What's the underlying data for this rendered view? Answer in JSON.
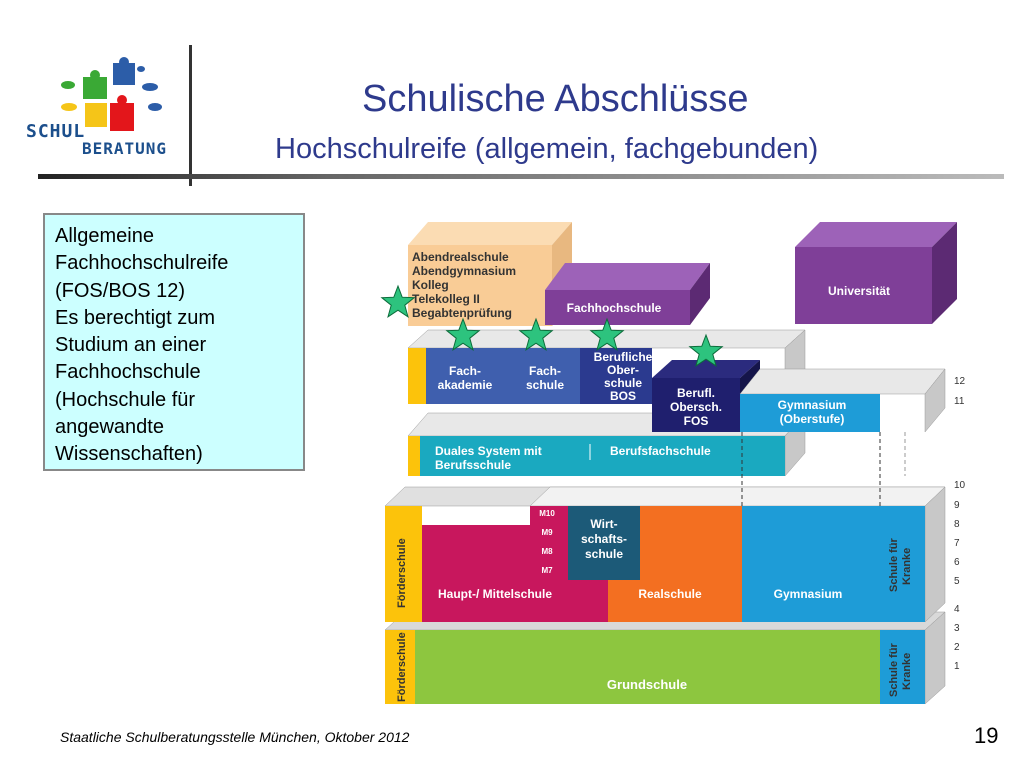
{
  "slide": {
    "title": "Schulische Abschlüsse",
    "subtitle": "Hochschulreife (allgemein, fachgebunden)",
    "footer": "Staatliche Schulberatungsstelle München, Oktober 2012",
    "page_number": "19"
  },
  "logo": {
    "line1": "SCHUL",
    "line2": "BERATUNG"
  },
  "infobox": {
    "lines": [
      "Allgemeine",
      "Fachhochschulreife",
      "(FOS/BOS 12)",
      "Es berechtigt zum",
      "Studium an einer",
      "Fachhochschule",
      "(Hochschule für",
      "angewandte",
      "Wissenschaften)"
    ]
  },
  "diagram": {
    "blocks": {
      "abendrealschule": [
        "Abendrealschule",
        "Abendgymnasium",
        "Kolleg",
        "Telekolleg II",
        "Begabtenprüfung"
      ],
      "fachhochschule": "Fachhochschule",
      "universitaet": "Universität",
      "fachakademie": [
        "Fach-",
        "akademie"
      ],
      "fachschule": [
        "Fach-",
        "schule"
      ],
      "bos": [
        "Berufliche",
        "Ober-",
        "schule",
        "BOS"
      ],
      "fos": [
        "Berufl.",
        "Obersch.",
        "FOS"
      ],
      "gymnasium_oberstufe": [
        "Gymnasium",
        "(Oberstufe)"
      ],
      "duales_system": [
        "Duales System mit",
        "Berufsschule"
      ],
      "berufsfachschule": "Berufsfachschule",
      "foerderschule": "Förderschule",
      "mittelschule": "Haupt-/ Mittelschule",
      "m_grades": [
        "M10",
        "M9",
        "M8",
        "M7"
      ],
      "wirtschaftsschule": [
        "Wirt-",
        "schafts-",
        "schule"
      ],
      "realschule": "Realschule",
      "gymnasium": "Gymnasium",
      "schule_fuer_kranke": [
        "Schule für",
        "Kranke"
      ],
      "grundschule": "Grundschule"
    },
    "grades": [
      "12",
      "11",
      "10",
      "9",
      "8",
      "7",
      "6",
      "5",
      "4",
      "3",
      "2",
      "1"
    ],
    "colors": {
      "abend": "#f9cc96",
      "purple": "#7f3f98",
      "blue": "#3f5fae",
      "navy": "#1f1f6e",
      "sky": "#1e9cd7",
      "teal": "#1aa9c0",
      "crimson": "#c8175d",
      "orange": "#f36f21",
      "green": "#8dc63f",
      "yellow": "#fcc30b",
      "darkteal": "#1c5a78",
      "star": "#2dc37e"
    }
  }
}
